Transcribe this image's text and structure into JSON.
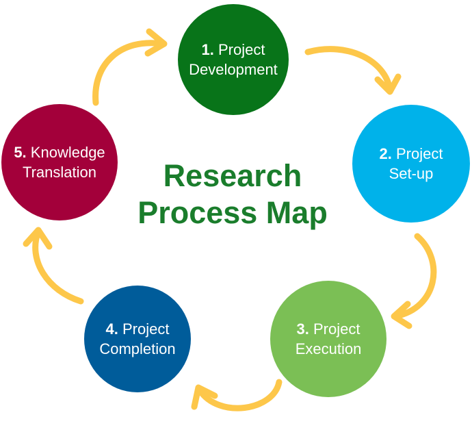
{
  "title": {
    "line1": "Research",
    "line2": "Process Map"
  },
  "steps": [
    {
      "num": "1.",
      "line1": "Project",
      "line2": "Development",
      "color": "#087419"
    },
    {
      "num": "2.",
      "line1": "Project",
      "line2": "Set-up",
      "color": "#00b2ea"
    },
    {
      "num": "3.",
      "line1": "Project",
      "line2": "Execution",
      "color": "#7bbf55"
    },
    {
      "num": "4.",
      "line1": "Project",
      "line2": "Completion",
      "color": "#005c9a"
    },
    {
      "num": "5.",
      "line1": "Knowledge",
      "line2": "Translation",
      "color": "#a3003a"
    }
  ],
  "arrow_color": "#fdc74a"
}
